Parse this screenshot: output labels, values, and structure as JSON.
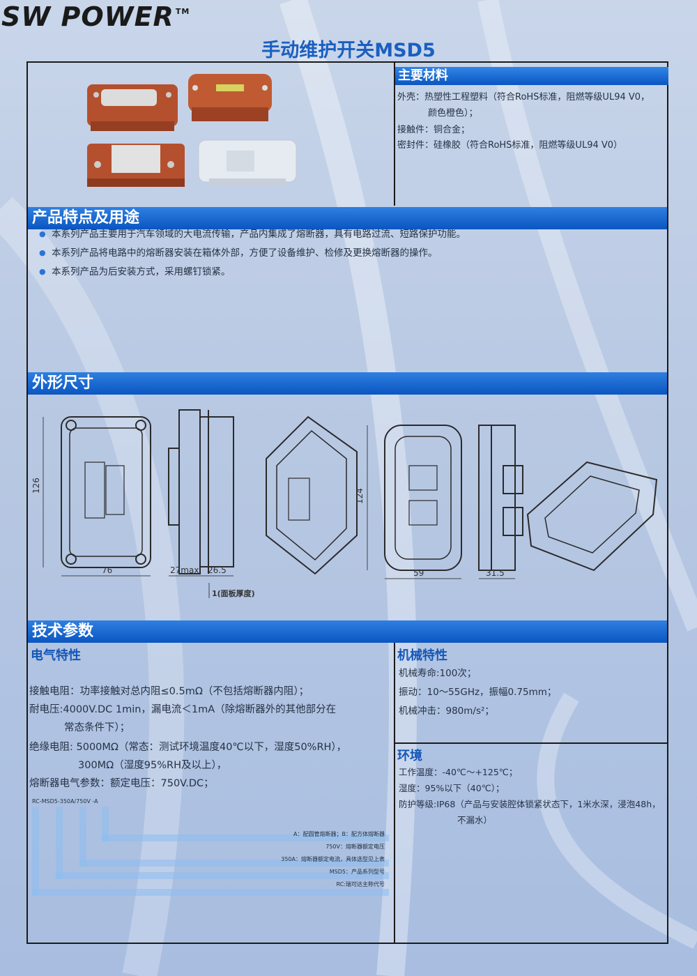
{
  "brand": {
    "logo_text": "SW POWER",
    "tm": "TM"
  },
  "title": "手动维护开关MSD5",
  "materials": {
    "heading": "主要材料",
    "lines": [
      "外壳：热塑性工程塑料（符合RoHS标准，阻燃等级UL94 V0，",
      "颜色橙色）；",
      "接触件：铜合金；",
      "密封件：硅橡胶（符合RoHS标准，阻燃等级UL94 V0）"
    ]
  },
  "features": {
    "heading": "产品特点及用途",
    "items": [
      "本系列产品主要用于汽车领域的大电流传输，产品内集成了熔断器，具有电路过流、短路保护功能。",
      "本系列产品将电路中的熔断器安装在箱体外部，方便了设备维护、检修及更换熔断器的操作。",
      "本系列产品为后安装方式，采用螺钉锁紧。"
    ]
  },
  "dimensions": {
    "heading": "外形尺寸",
    "labels": {
      "h126": "126",
      "w76": "76",
      "d27": "27max",
      "d26": "26.5",
      "panel": "1(面板厚度)",
      "h124": "124",
      "w59": "59",
      "w31": "31.5"
    }
  },
  "specs": {
    "heading": "技术参数",
    "electrical": {
      "heading": "电气特性",
      "lines": [
        "接触电阻：功率接触对总内阻≤0.5mΩ（不包括熔断器内阻）；",
        "耐电压:4000V.DC 1min，漏电流＜1mA（除熔断器外的其他部分在",
        "常态条件下）；",
        "绝缘电阻: 5000MΩ（常态：测试环境温度40℃以下，湿度50%RH），",
        "300MΩ（湿度95%RH及以上），",
        "熔断器电气参数：额定电压：750V.DC；"
      ]
    },
    "mechanical": {
      "heading": "机械特性",
      "lines": [
        "机械寿命:100次；",
        "振动：10～55GHz，振幅0.75mm；",
        "机械冲击：980m/s²；"
      ]
    },
    "environment": {
      "heading": "环境",
      "lines": [
        "工作温度：-40℃～+125℃；",
        "湿度：95%以下（40℃）；",
        "防护等级:IP68（产品与安装腔体锁紧状态下，1米水深，浸泡48h，",
        "不漏水）"
      ]
    },
    "code": {
      "part": "RC-MSD5-350A/750V -A",
      "descs": [
        "A：配圆管熔断器；B：配方体熔断器",
        "750V：熔断器额定电压",
        "350A：熔断器额定电流，具体选型见上表",
        "MSD5：产品系列型号",
        "RC:瑞可达主称代号"
      ]
    }
  },
  "colors": {
    "accent": "#0a56c2",
    "title": "#1a5fc0",
    "product_orange": "#b5502e"
  }
}
